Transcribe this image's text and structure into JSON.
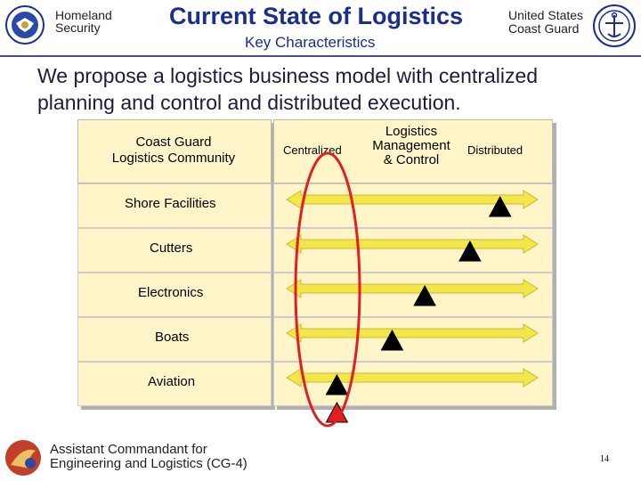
{
  "header": {
    "left_org_line1": "Homeland",
    "left_org_line2": "Security",
    "title": "Current State of Logistics",
    "subtitle": "Key Characteristics",
    "right_org_line1": "United States",
    "right_org_line2": "Coast Guard"
  },
  "statement_line1": "We propose a logistics business model with centralized",
  "statement_line2": "planning and control and distributed execution.",
  "table": {
    "left_header_line1": "Coast Guard",
    "left_header_line2": "Logistics Community",
    "col_centralized": "Centralized",
    "col_management_line1": "Logistics",
    "col_management_line2": "Management",
    "col_management_line3": "& Control",
    "col_distributed": "Distributed",
    "rows": [
      {
        "label": "Shore Facilities",
        "position": 0.85
      },
      {
        "label": "Cutters",
        "position": 0.73
      },
      {
        "label": "Electronics",
        "position": 0.55
      },
      {
        "label": "Boats",
        "position": 0.42
      },
      {
        "label": "Aviation",
        "position": 0.2
      }
    ],
    "proposed_position": 0.2
  },
  "colors": {
    "title": "#1a2f8c",
    "cell_fill": "#fff5c8",
    "arrow_fill": "#f2e64a",
    "highlight_oval": "#e02020",
    "proposed_marker": "#e02020",
    "current_marker": "#000000"
  },
  "footer": {
    "line1": "Assistant Commandant for",
    "line2": "Engineering and Logistics (CG-4)",
    "page_number": "14"
  }
}
